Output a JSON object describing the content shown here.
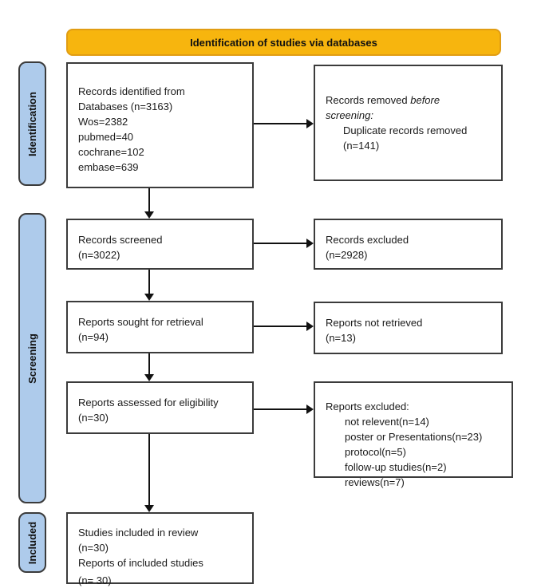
{
  "header": {
    "banner_title": "Identification of studies via databases"
  },
  "sidebar": {
    "identification_label": "Identification",
    "screening_label": "Screening",
    "included_label": "Included"
  },
  "flow": {
    "records_identified": {
      "lines": [
        "Records identified from",
        "Databases (n=3163)",
        "Wos=2382",
        "pubmed=40",
        "cochrane=102",
        "embase=639"
      ]
    },
    "records_removed": {
      "line1_text": "Records removed",
      "line1_italic": "before",
      "line2_italic": "screening:",
      "indented_lines": [
        "Duplicate records removed",
        "(n=141)"
      ]
    },
    "records_screened": {
      "lines": [
        "Records screened",
        "(n=3022)"
      ]
    },
    "records_excluded": {
      "lines": [
        "Records excluded",
        "(n=2928)"
      ]
    },
    "reports_sought": {
      "lines": [
        "Reports sought for retrieval",
        "(n=94)"
      ]
    },
    "reports_not_retrieved": {
      "lines": [
        "Reports not retrieved",
        "(n=13)"
      ]
    },
    "reports_assessed": {
      "lines": [
        "Reports assessed for eligibility",
        "(n=30)"
      ]
    },
    "reports_excluded": {
      "header": "Reports excluded:",
      "reasons": [
        "not relevent(n=14)",
        "poster or Presentations(n=23)",
        "protocol(n=5)",
        "follow-up studies(n=2)",
        "reviews(n=7)"
      ]
    },
    "studies_included": {
      "lines": [
        "Studies included in review",
        "(n=30)",
        "Reports of included studies",
        "(n= 30)"
      ]
    }
  },
  "colors": {
    "banner_fill": "#F7B50E",
    "banner_border": "#E19D13",
    "sidebar_fill": "#AECBEB",
    "box_border": "#3B3B3B",
    "arrow": "#111111"
  }
}
